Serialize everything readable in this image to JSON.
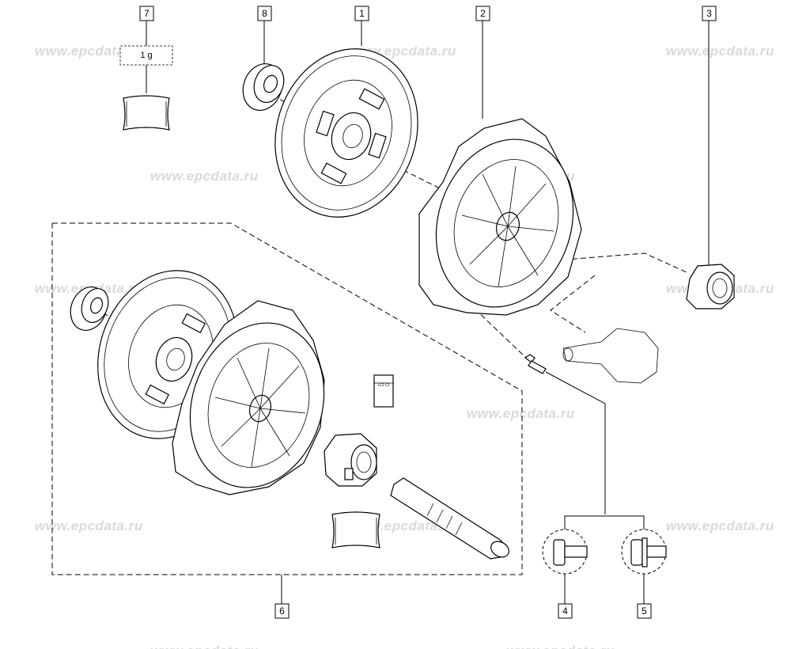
{
  "watermark": "www.epcdata.ru",
  "callouts": [
    {
      "id": "c1",
      "label": "1"
    },
    {
      "id": "c2",
      "label": "2"
    },
    {
      "id": "c3",
      "label": "3"
    },
    {
      "id": "c4",
      "label": "4"
    },
    {
      "id": "c5",
      "label": "5"
    },
    {
      "id": "c6",
      "label": "6"
    },
    {
      "id": "c7",
      "label": "7"
    },
    {
      "id": "c8",
      "label": "8"
    }
  ],
  "grease_amount": "1 g",
  "manual_label": "LCI-CI"
}
